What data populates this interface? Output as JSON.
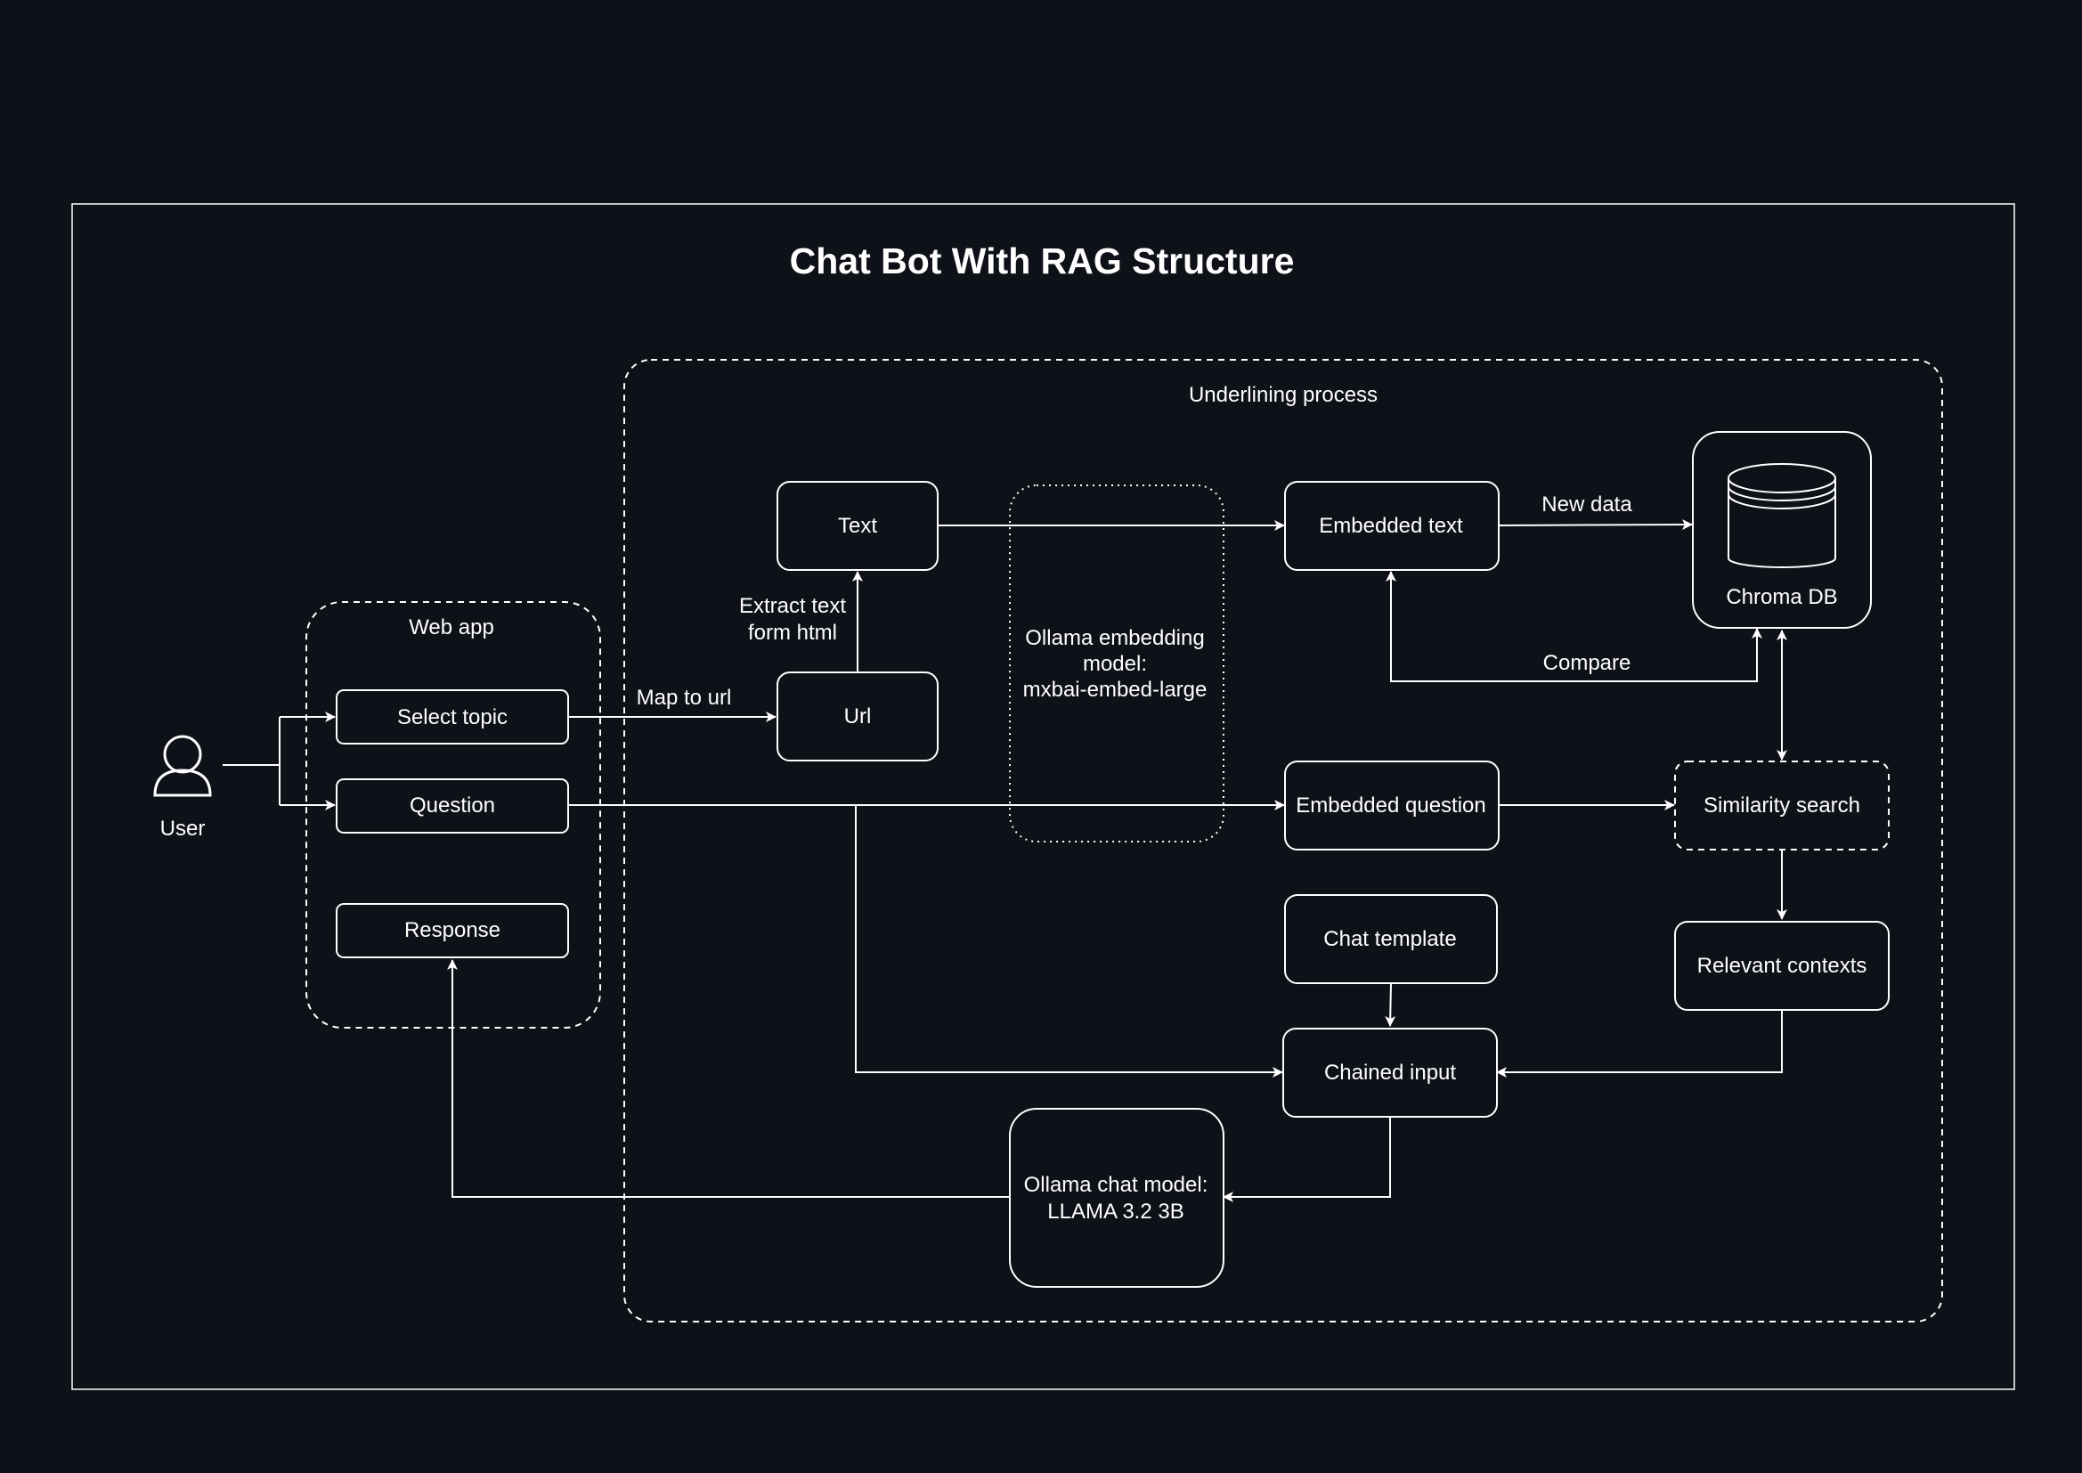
{
  "title": "Chat Bot With RAG Structure",
  "colors": {
    "background": "#0e1117",
    "stroke": "#ffffff",
    "text": "#ffffff"
  },
  "groups": {
    "underlining_process": "Underlining process",
    "web_app": "Web app"
  },
  "actor": {
    "label": "User",
    "icon": "user-icon"
  },
  "nodes": {
    "select_topic": "Select topic",
    "question": "Question",
    "response": "Response",
    "text": "Text",
    "url": "Url",
    "embedding_model": [
      "Ollama embedding",
      "model:",
      "mxbai-embed-large"
    ],
    "embedded_text": "Embedded text",
    "chroma_db": "Chroma DB",
    "embedded_question": "Embedded question",
    "similarity_search": "Similarity search",
    "chat_template": "Chat template",
    "relevant_contexts": "Relevant contexts",
    "chained_input": "Chained input",
    "chat_model": [
      "Ollama chat model:",
      "LLAMA 3.2 3B"
    ]
  },
  "edge_labels": {
    "map_to_url": "Map to url",
    "extract_text": [
      "Extract text",
      "form html"
    ],
    "new_data": "New data",
    "compare": "Compare"
  }
}
